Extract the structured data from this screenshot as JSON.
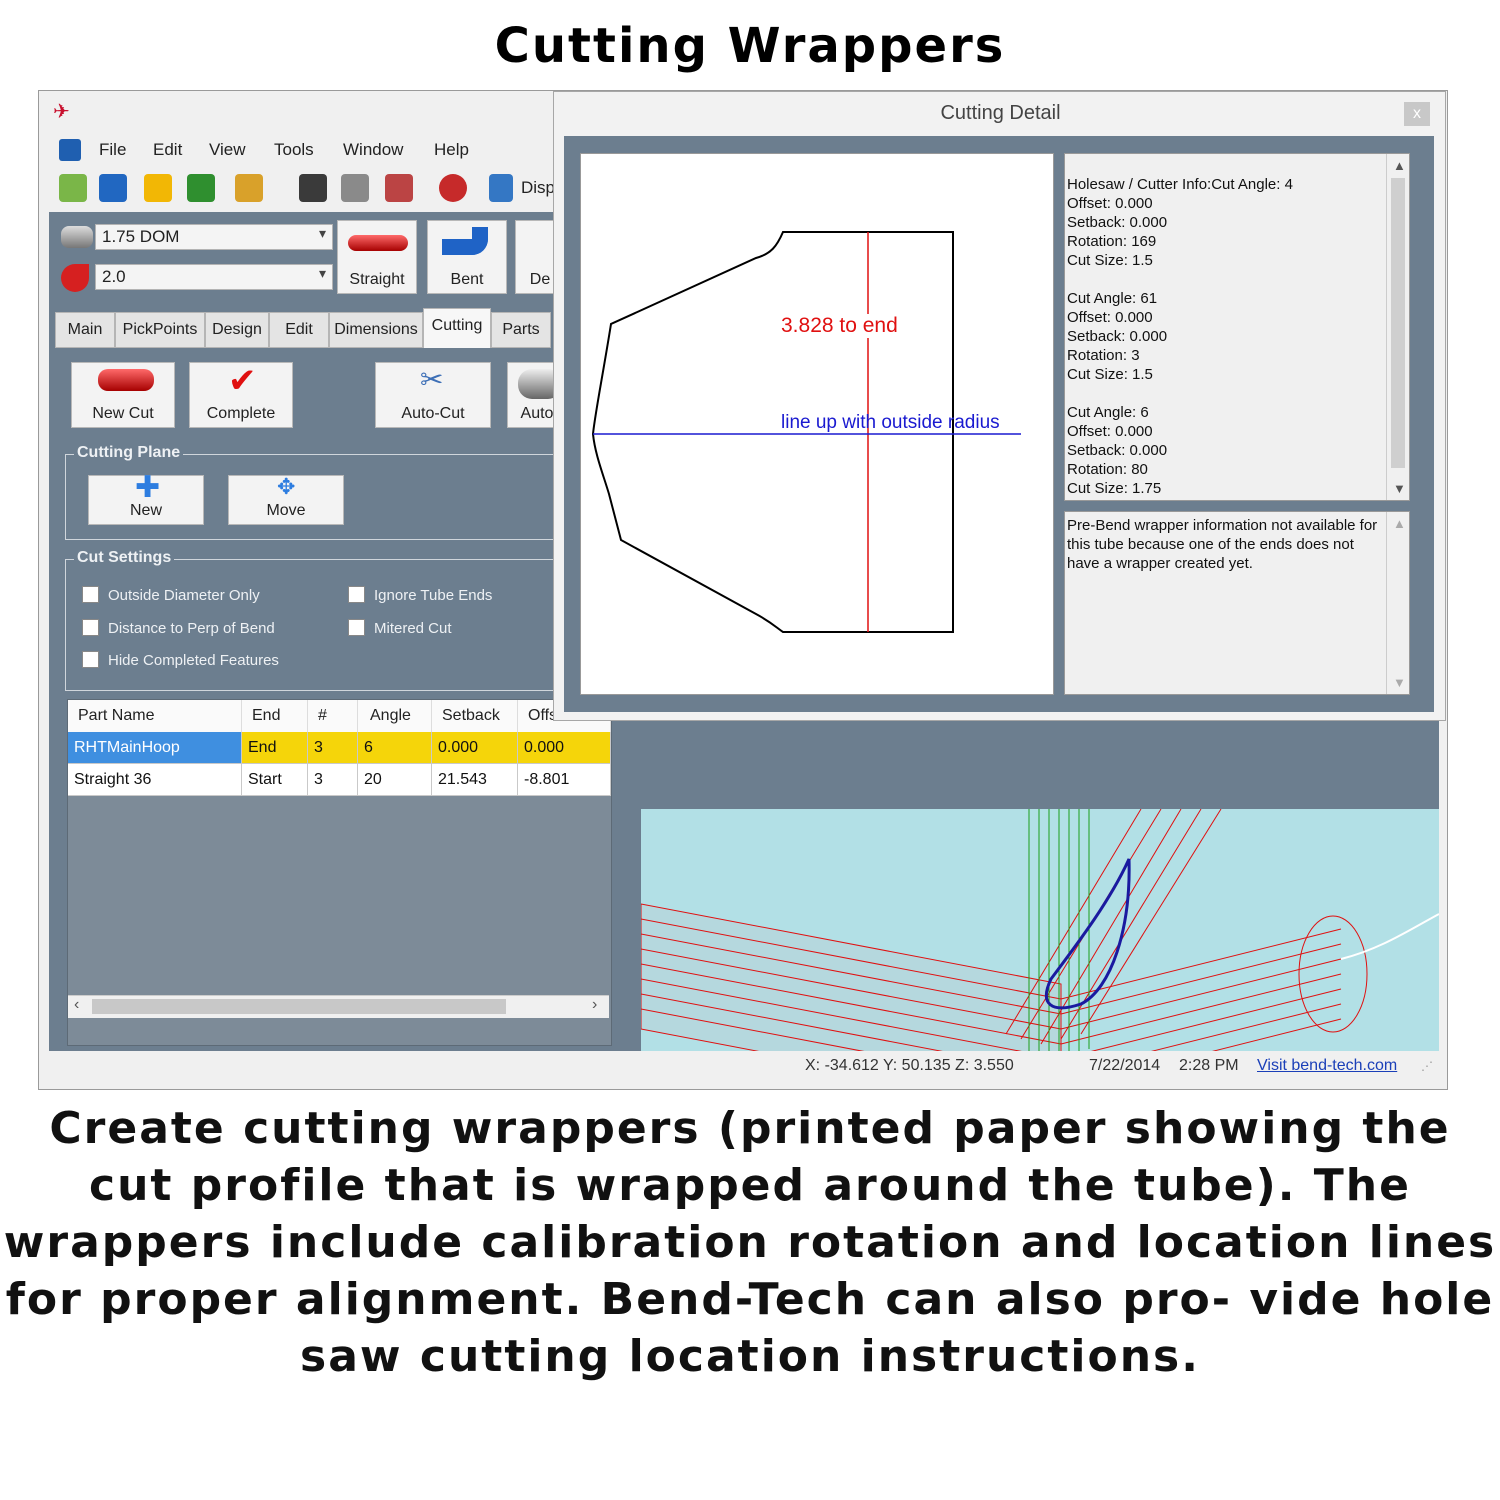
{
  "page": {
    "title": "Cutting Wrappers",
    "caption": "Create cutting wrappers (printed paper showing the cut profile that is wrapped around the tube). The wrappers include calibration rotation and location lines for proper alignment. Bend-Tech can also pro- vide hole saw cutting location instructions."
  },
  "menu": [
    "File",
    "Edit",
    "View",
    "Tools",
    "Window",
    "Help"
  ],
  "toolbar": {
    "display_label": "Disp"
  },
  "selectors": {
    "tube": "1.75 DOM",
    "radius": "2.0"
  },
  "bend_buttons": {
    "straight": "Straight",
    "bent": "Bent",
    "de": "De"
  },
  "tabs": [
    "Main",
    "PickPoints",
    "Design",
    "Edit",
    "Dimensions",
    "Cutting",
    "Parts"
  ],
  "active_tab": "Cutting",
  "cut_buttons": {
    "new_cut": "New Cut",
    "complete": "Complete",
    "auto_cut": "Auto-Cut",
    "auto": "Auto"
  },
  "cutting_plane": {
    "title": "Cutting Plane",
    "new": "New",
    "move": "Move"
  },
  "cut_settings": {
    "title": "Cut Settings",
    "outside_diameter_only": "Outside Diameter Only",
    "ignore_tube_ends": "Ignore Tube Ends",
    "distance_to_perp": "Distance to Perp of Bend",
    "mitered_cut": "Mitered Cut",
    "hide_completed": "Hide Completed Features"
  },
  "table": {
    "headers": [
      "Part Name",
      "End",
      "#",
      "Angle",
      "Setback",
      "Offs"
    ],
    "rows": [
      [
        "RHTMainHoop",
        "End",
        "3",
        "6",
        "0.000",
        "0.000"
      ],
      [
        "Straight 36",
        "Start",
        "3",
        "20",
        "21.543",
        "-8.801"
      ]
    ]
  },
  "status": {
    "coords": "X: -34.612  Y: 50.135  Z: 3.550",
    "date": "7/22/2014",
    "time": "2:28 PM",
    "link": "Visit bend-tech.com"
  },
  "dialog": {
    "title": "Cutting Detail",
    "close": "x",
    "wrapper_label_end": "3.828  to  end",
    "wrapper_label_line": "line  up  with  outside  radius",
    "cutter_info": "Holesaw / Cutter Info:Cut Angle: 4\nOffset: 0.000\nSetback: 0.000\nRotation: 169\nCut Size: 1.5\n\nCut Angle: 61\nOffset: 0.000\nSetback: 0.000\nRotation: 3\nCut Size: 1.5\n\nCut Angle: 6\nOffset: 0.000\nSetback: 0.000\nRotation: 80\nCut Size: 1.75",
    "prebend_info": "Pre-Bend wrapper information not available for this tube because one of the ends does not have a wrapper created yet."
  },
  "colors": {
    "panel": "#6c7e8f",
    "highlight_row": "#f5d50a",
    "selected_cell": "#3f8fe0",
    "viewport": "#b2e0e6",
    "tube_red": "#e01010",
    "link": "#1a3fb8"
  }
}
